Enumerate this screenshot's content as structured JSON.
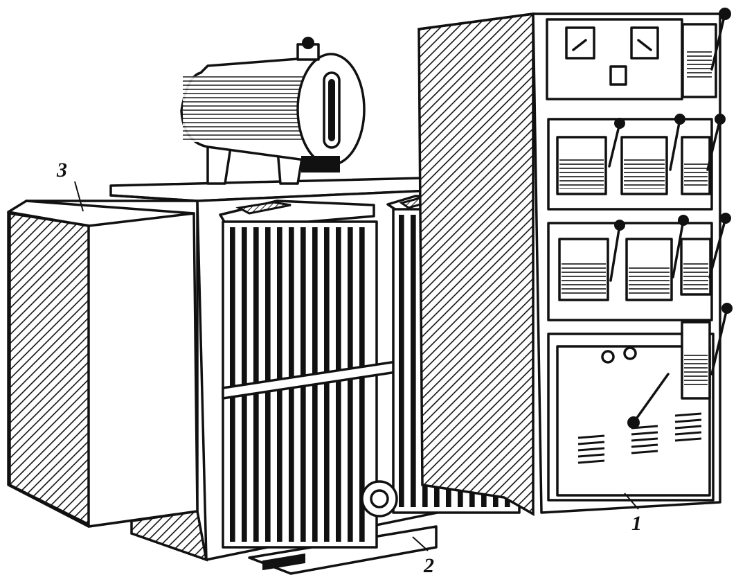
{
  "figure": {
    "callouts": [
      {
        "id": "callout-1",
        "label": "1"
      },
      {
        "id": "callout-2",
        "label": "2"
      },
      {
        "id": "callout-3",
        "label": "3"
      }
    ]
  },
  "colors": {
    "ink": "#111111",
    "paper": "#ffffff"
  }
}
